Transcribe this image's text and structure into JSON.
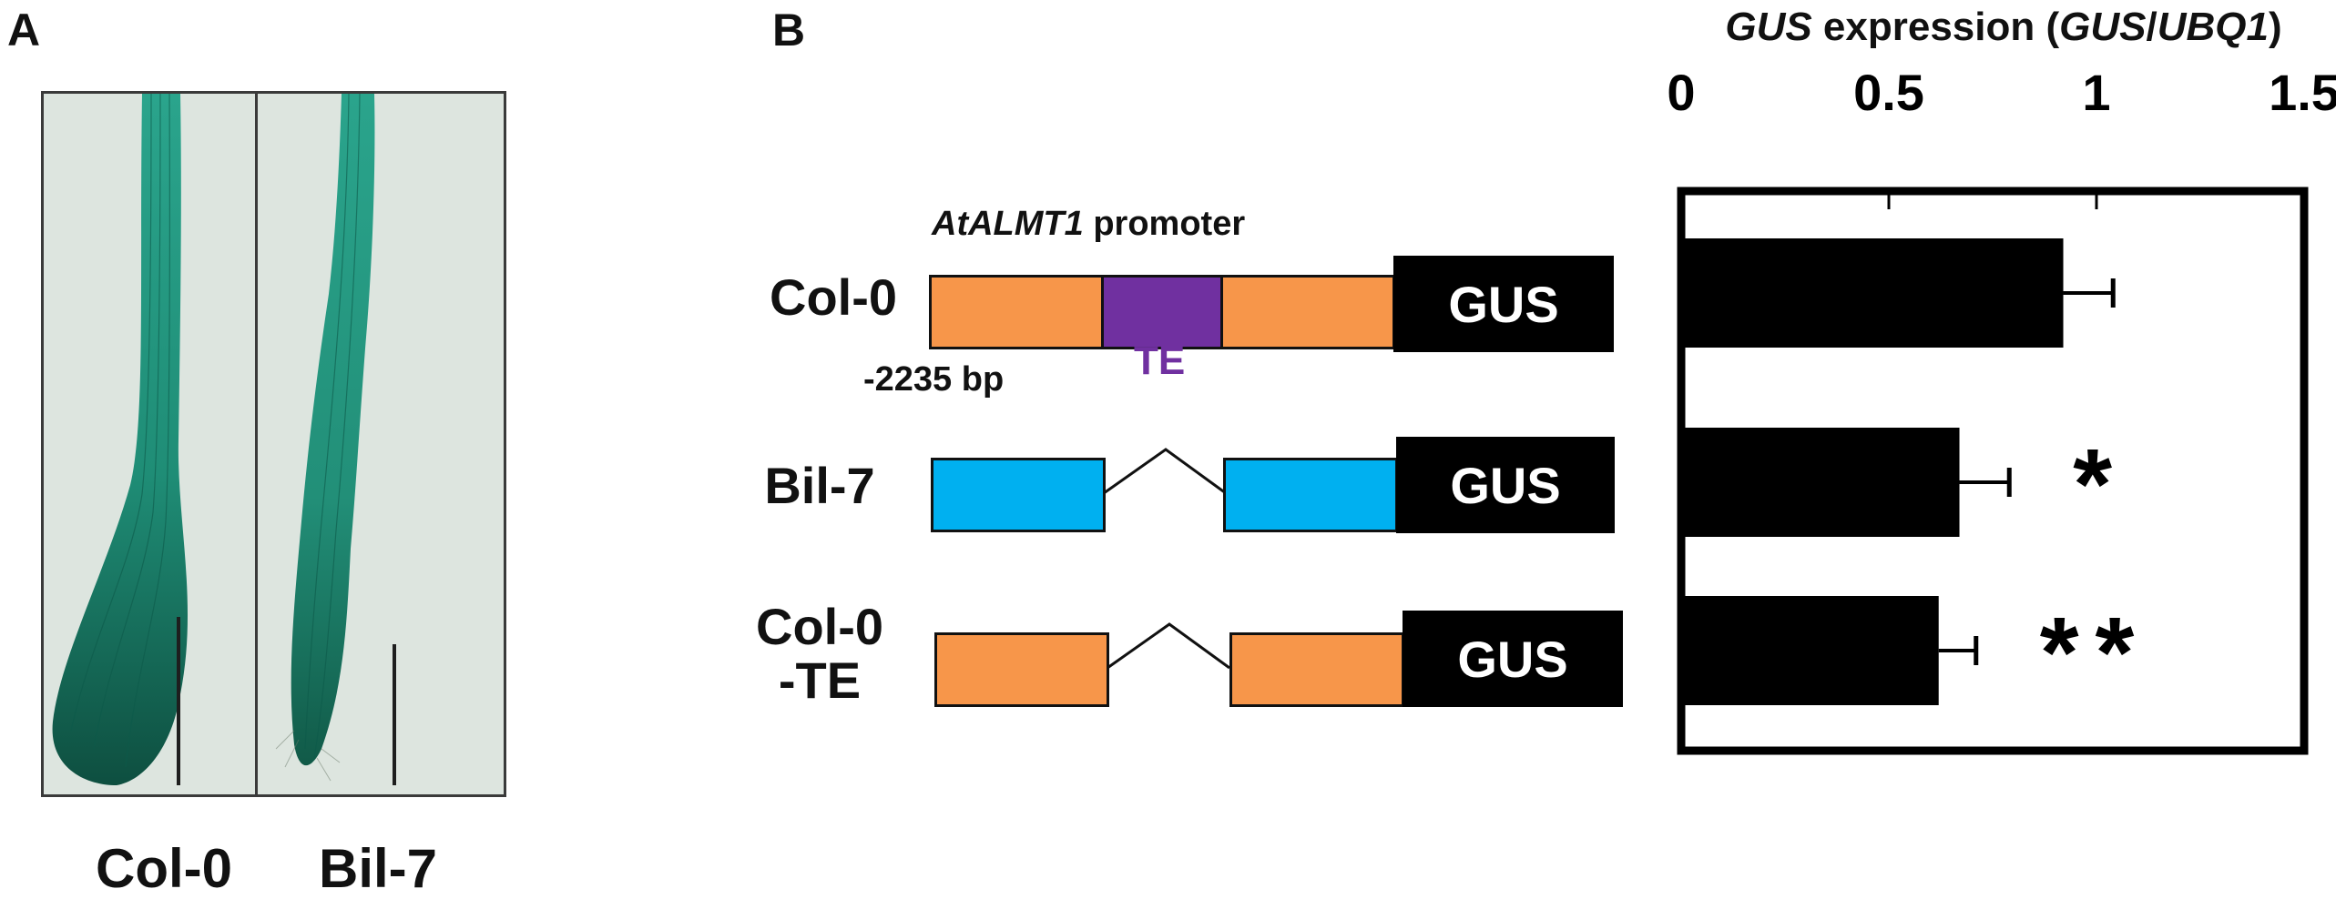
{
  "colors": {
    "orange": "#f7964a",
    "purple": "#7030a0",
    "blue": "#00b0f0",
    "black": "#000000",
    "root_green": "#1a8a74"
  },
  "panelA": {
    "letter": "A",
    "images": [
      {
        "caption": "Col-0"
      },
      {
        "caption": "Bil-7"
      }
    ]
  },
  "panelB": {
    "letter": "B",
    "promoter_label_italic": "AtALMT1",
    "promoter_label_rest": " promoter",
    "position_label": "-2235 bp",
    "te_label": "TE",
    "gus_label": "GUS",
    "rows": [
      {
        "label_line1": "Col-0",
        "label_line2": ""
      },
      {
        "label_line1": "Bil-7",
        "label_line2": ""
      },
      {
        "label_line1": "Col-0",
        "label_line2": "-TE"
      }
    ]
  },
  "chart_data": {
    "type": "bar",
    "orientation": "horizontal",
    "title_parts": [
      "GUS",
      " expression (",
      "GUS",
      "/",
      "UBQ1",
      ")"
    ],
    "xlim": [
      0,
      1.5
    ],
    "xticks": [
      "0",
      "0.5",
      "1",
      "1.5"
    ],
    "categories": [
      "Col-0",
      "Bil-7",
      "Col-0 -TE"
    ],
    "values": [
      0.92,
      0.67,
      0.62
    ],
    "errors": [
      0.12,
      0.12,
      0.09
    ],
    "significance": [
      "",
      "*",
      "**"
    ],
    "axis_position": "top",
    "grid": false
  }
}
